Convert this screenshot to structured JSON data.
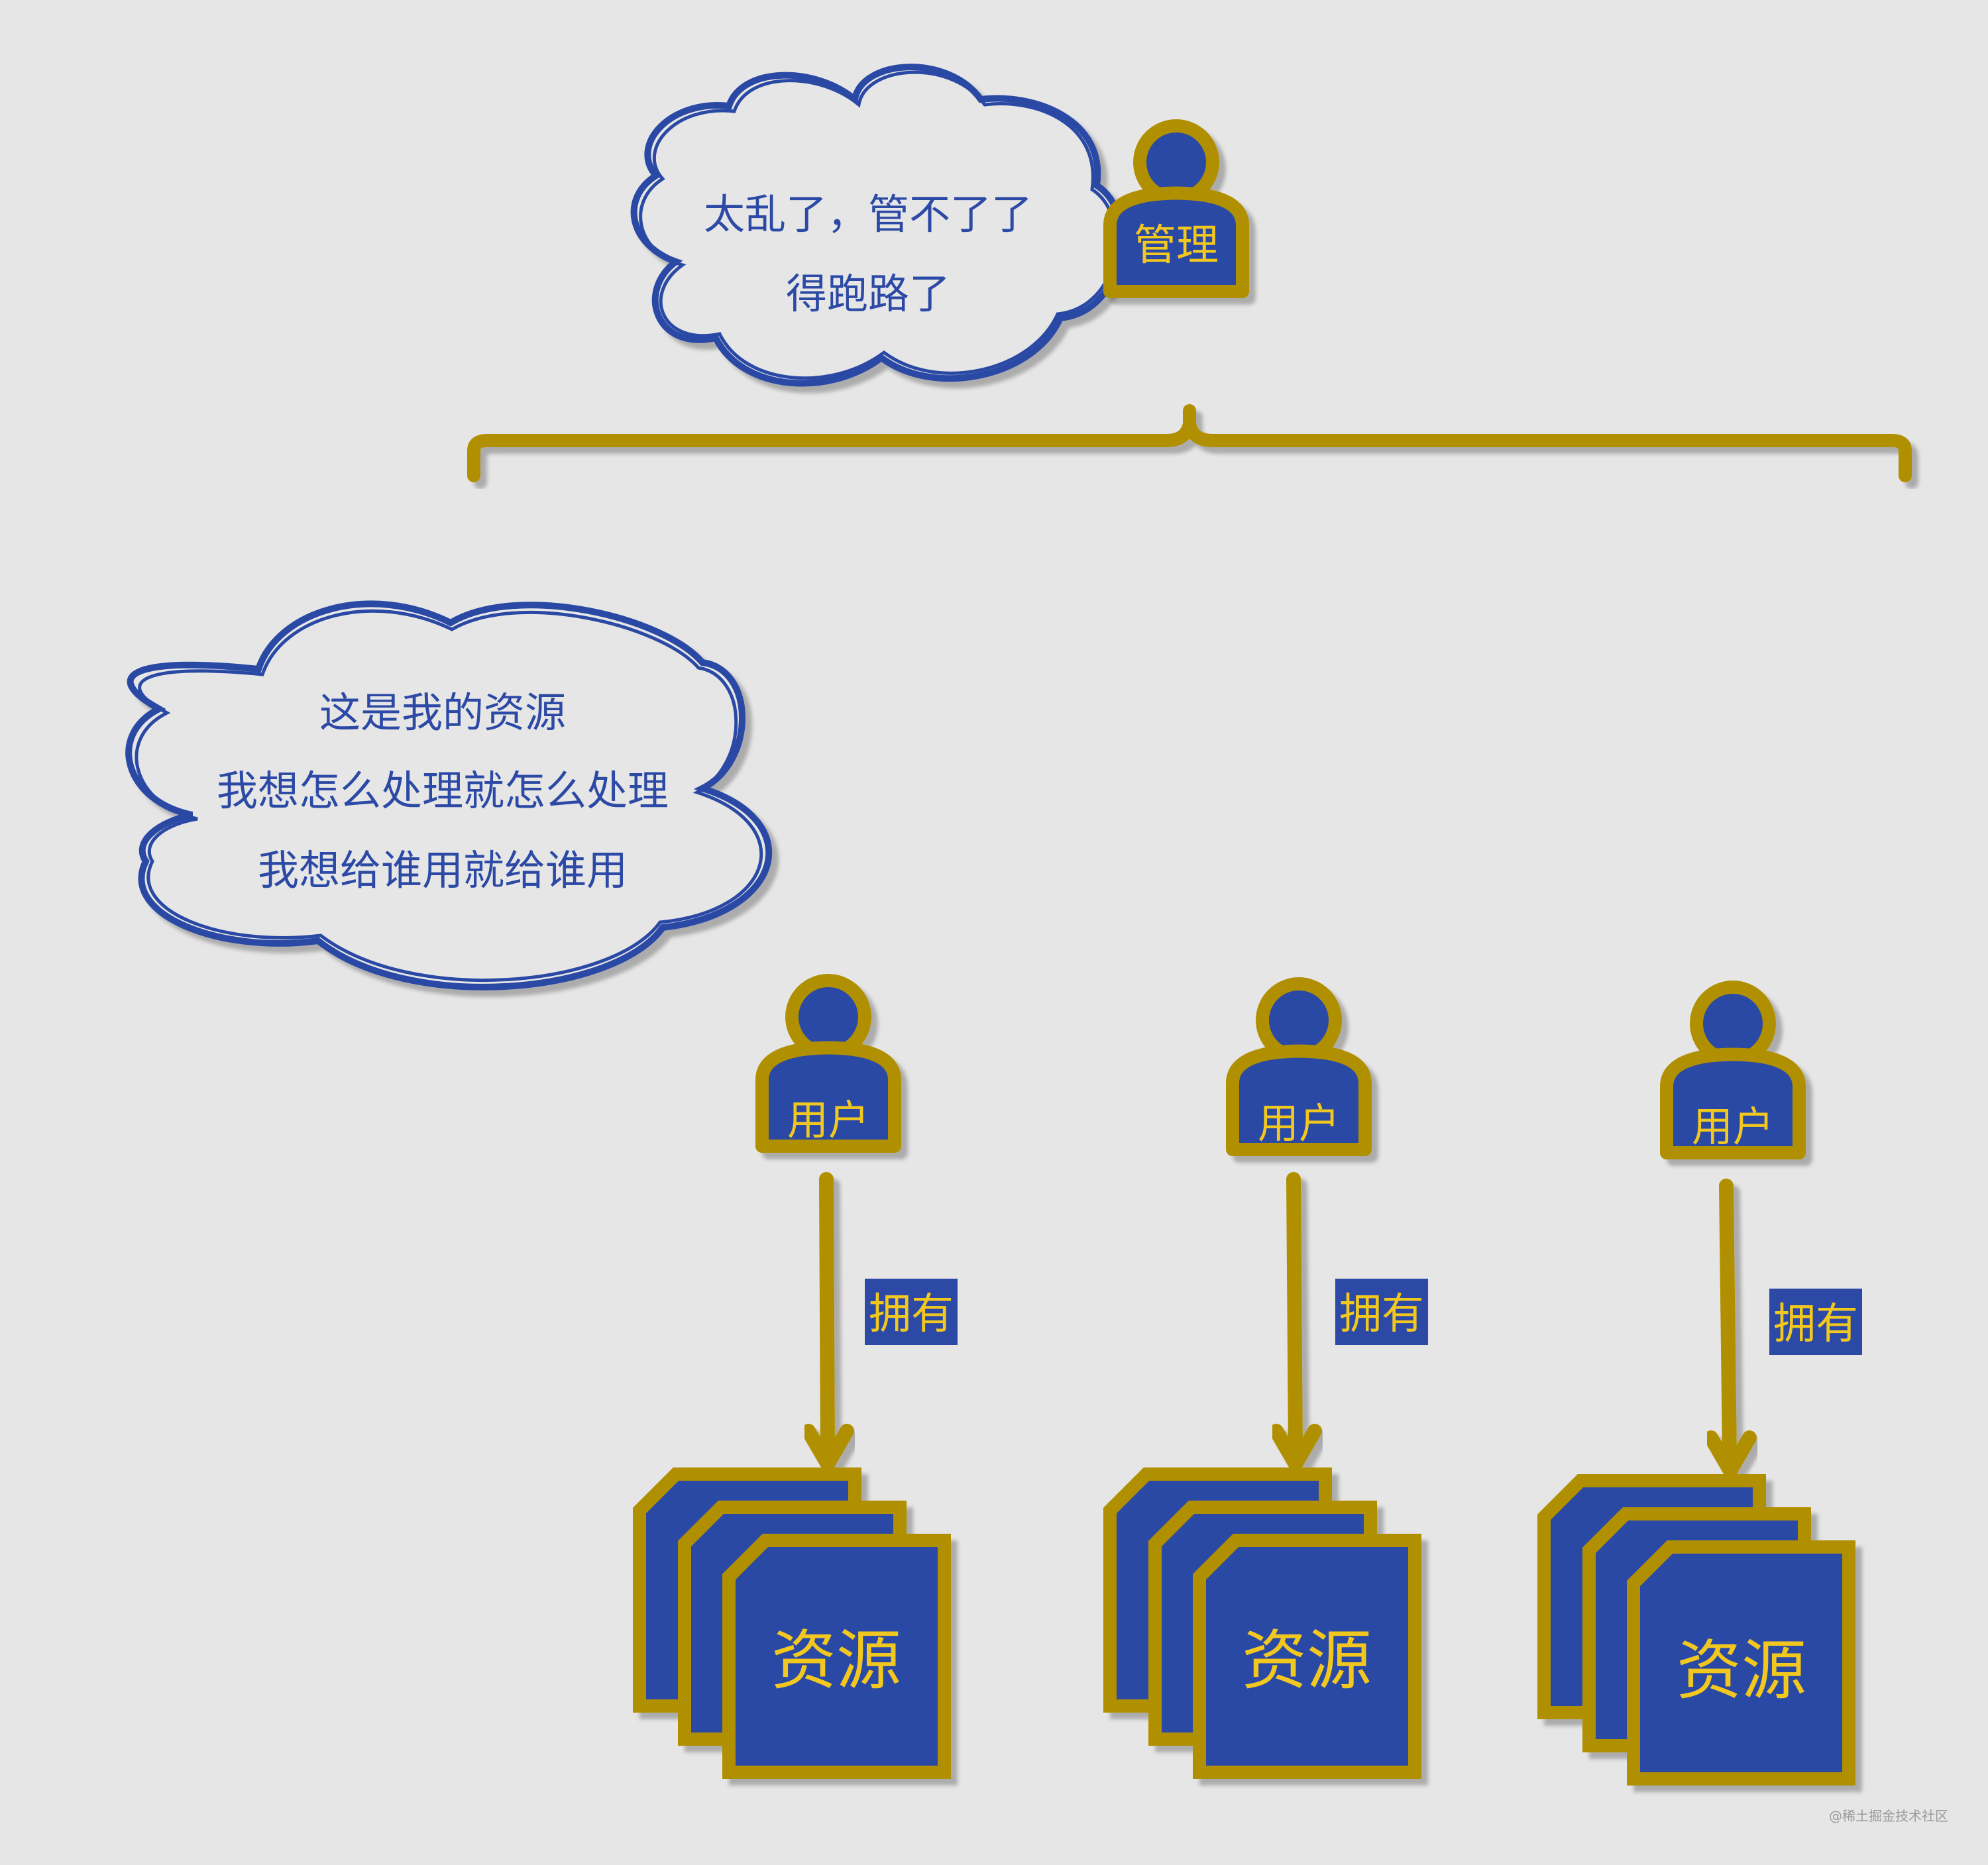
{
  "admin": {
    "label": "管理",
    "speech_lines": [
      "太乱了，管不了了",
      "得跑路了"
    ]
  },
  "user_thought_lines": [
    "这是我的资源",
    "我想怎么处理就怎么处理",
    "我想给谁用就给谁用"
  ],
  "groups": [
    {
      "user_label": "用户",
      "edge_label": "拥有",
      "resource_label": "资源"
    },
    {
      "user_label": "用户",
      "edge_label": "拥有",
      "resource_label": "资源"
    },
    {
      "user_label": "用户",
      "edge_label": "拥有",
      "resource_label": "资源"
    }
  ],
  "watermark": "@稀土掘金技术社区",
  "colors": {
    "fill": "#2b49a5",
    "stroke": "#b09005",
    "label": "#f2c81f",
    "background": "#e6e6e6"
  },
  "icons": [
    "person-icon",
    "cloud-icon",
    "brace-icon",
    "arrow-icon",
    "document-stack-icon"
  ]
}
